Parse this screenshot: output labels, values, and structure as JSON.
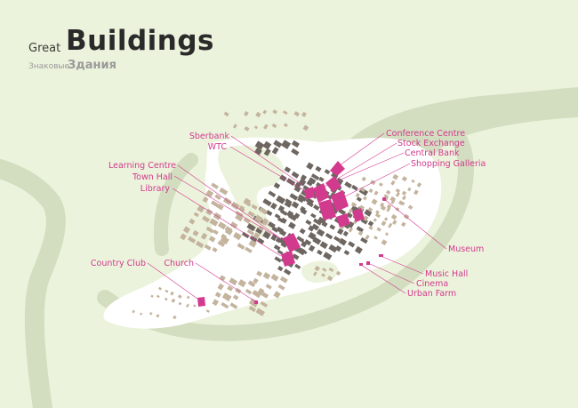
{
  "title": {
    "en_small": "Great",
    "en_big": "Buildings",
    "ru_small": "Знаковые",
    "ru_big": "Здания"
  },
  "colors": {
    "background": "#ecf3dc",
    "water": "#d3dec0",
    "land": "#ffffff",
    "building_dark": "#6e6661",
    "building_light": "#c4b49e",
    "highlight": "#d23a8e",
    "label": "#d23a8e"
  },
  "labels": {
    "sberbank": "Sberbank",
    "wtc": "WTC",
    "learning_centre": "Learning Centre",
    "town_hall": "Town Hall",
    "library": "Library",
    "country_club": "Country Club",
    "church": "Church",
    "conference_centre": "Conference Centre",
    "stock_exchange": "Stock Exchange",
    "central_bank": "Central Bank",
    "shopping_galleria": "Shopping Galleria",
    "museum": "Museum",
    "music_hall": "Music Hall",
    "cinema": "Cinema",
    "urban_farm": "Urban Farm"
  }
}
